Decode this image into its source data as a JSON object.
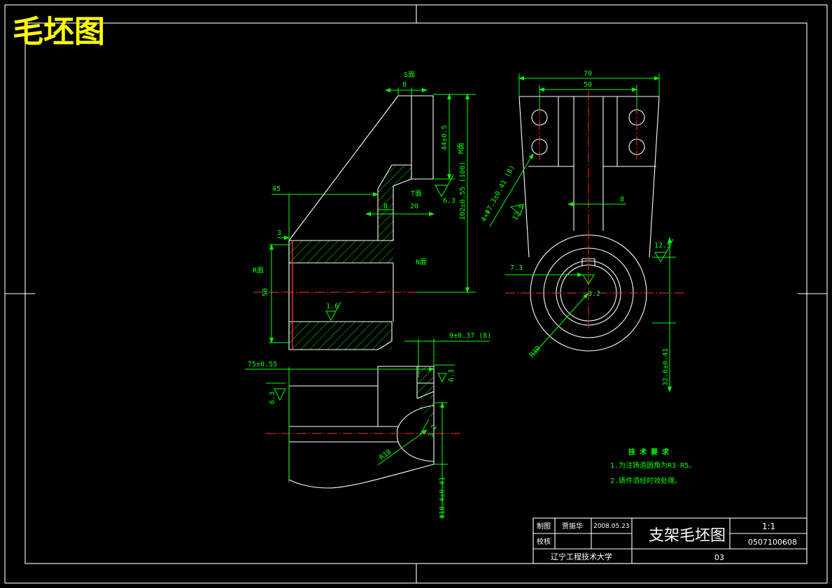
{
  "heading": "毛坯图",
  "colors": {
    "background": "#000000",
    "outline": "#ffffff",
    "dimension": "#00ff00",
    "centerline": "#ff2a2a",
    "heading": "#ffff00"
  },
  "front_view": {
    "label_s": "S面",
    "dim_8_top": "8",
    "dim_44": "44±0.5",
    "label_m": "M面",
    "dim_102": "102±0.55 (100)",
    "label_t": "T面",
    "rough_63": "6.3",
    "dim_45": "45",
    "dim_8_mid": "8",
    "dim_20": "20",
    "dim_3": "3",
    "label_r": "R面",
    "label_n": "N面",
    "dim_50": "50",
    "rough_16": "1.6",
    "dim_9": "9±0.37 (8)"
  },
  "side_view": {
    "dim_70": "70",
    "dim_50": "50",
    "dim_hole": "4×Φ7.3±0.41 (8)",
    "rough_125a": "12.5",
    "dim_8": "8",
    "rough_125b": "12.5",
    "dim_73": "7.3",
    "rough_32": "3.2",
    "dim_r30": "R30",
    "dim_326": "32.6±0.41"
  },
  "bottom_view": {
    "dim_75": "75±0.55",
    "rough_63a": "6.3",
    "rough_63b": "6.3",
    "rough_32": "3.2",
    "dim_r18": "R18",
    "dim_184": "Φ18.4±0.41"
  },
  "notes": {
    "title": "技 术 要 求",
    "line1": "1.为注铸造圆角为R3-R5。",
    "line2": "2.铸件须经时效处理。"
  },
  "title_block": {
    "drawn_label": "制图",
    "drawn_name": "贾振华",
    "date": "2008.05.23",
    "check_label": "校核",
    "part_name": "支架毛坯图",
    "scale": "1:1",
    "drawing_no": "0507100608",
    "school": "辽宁工程技术大学",
    "sheet": "03"
  }
}
